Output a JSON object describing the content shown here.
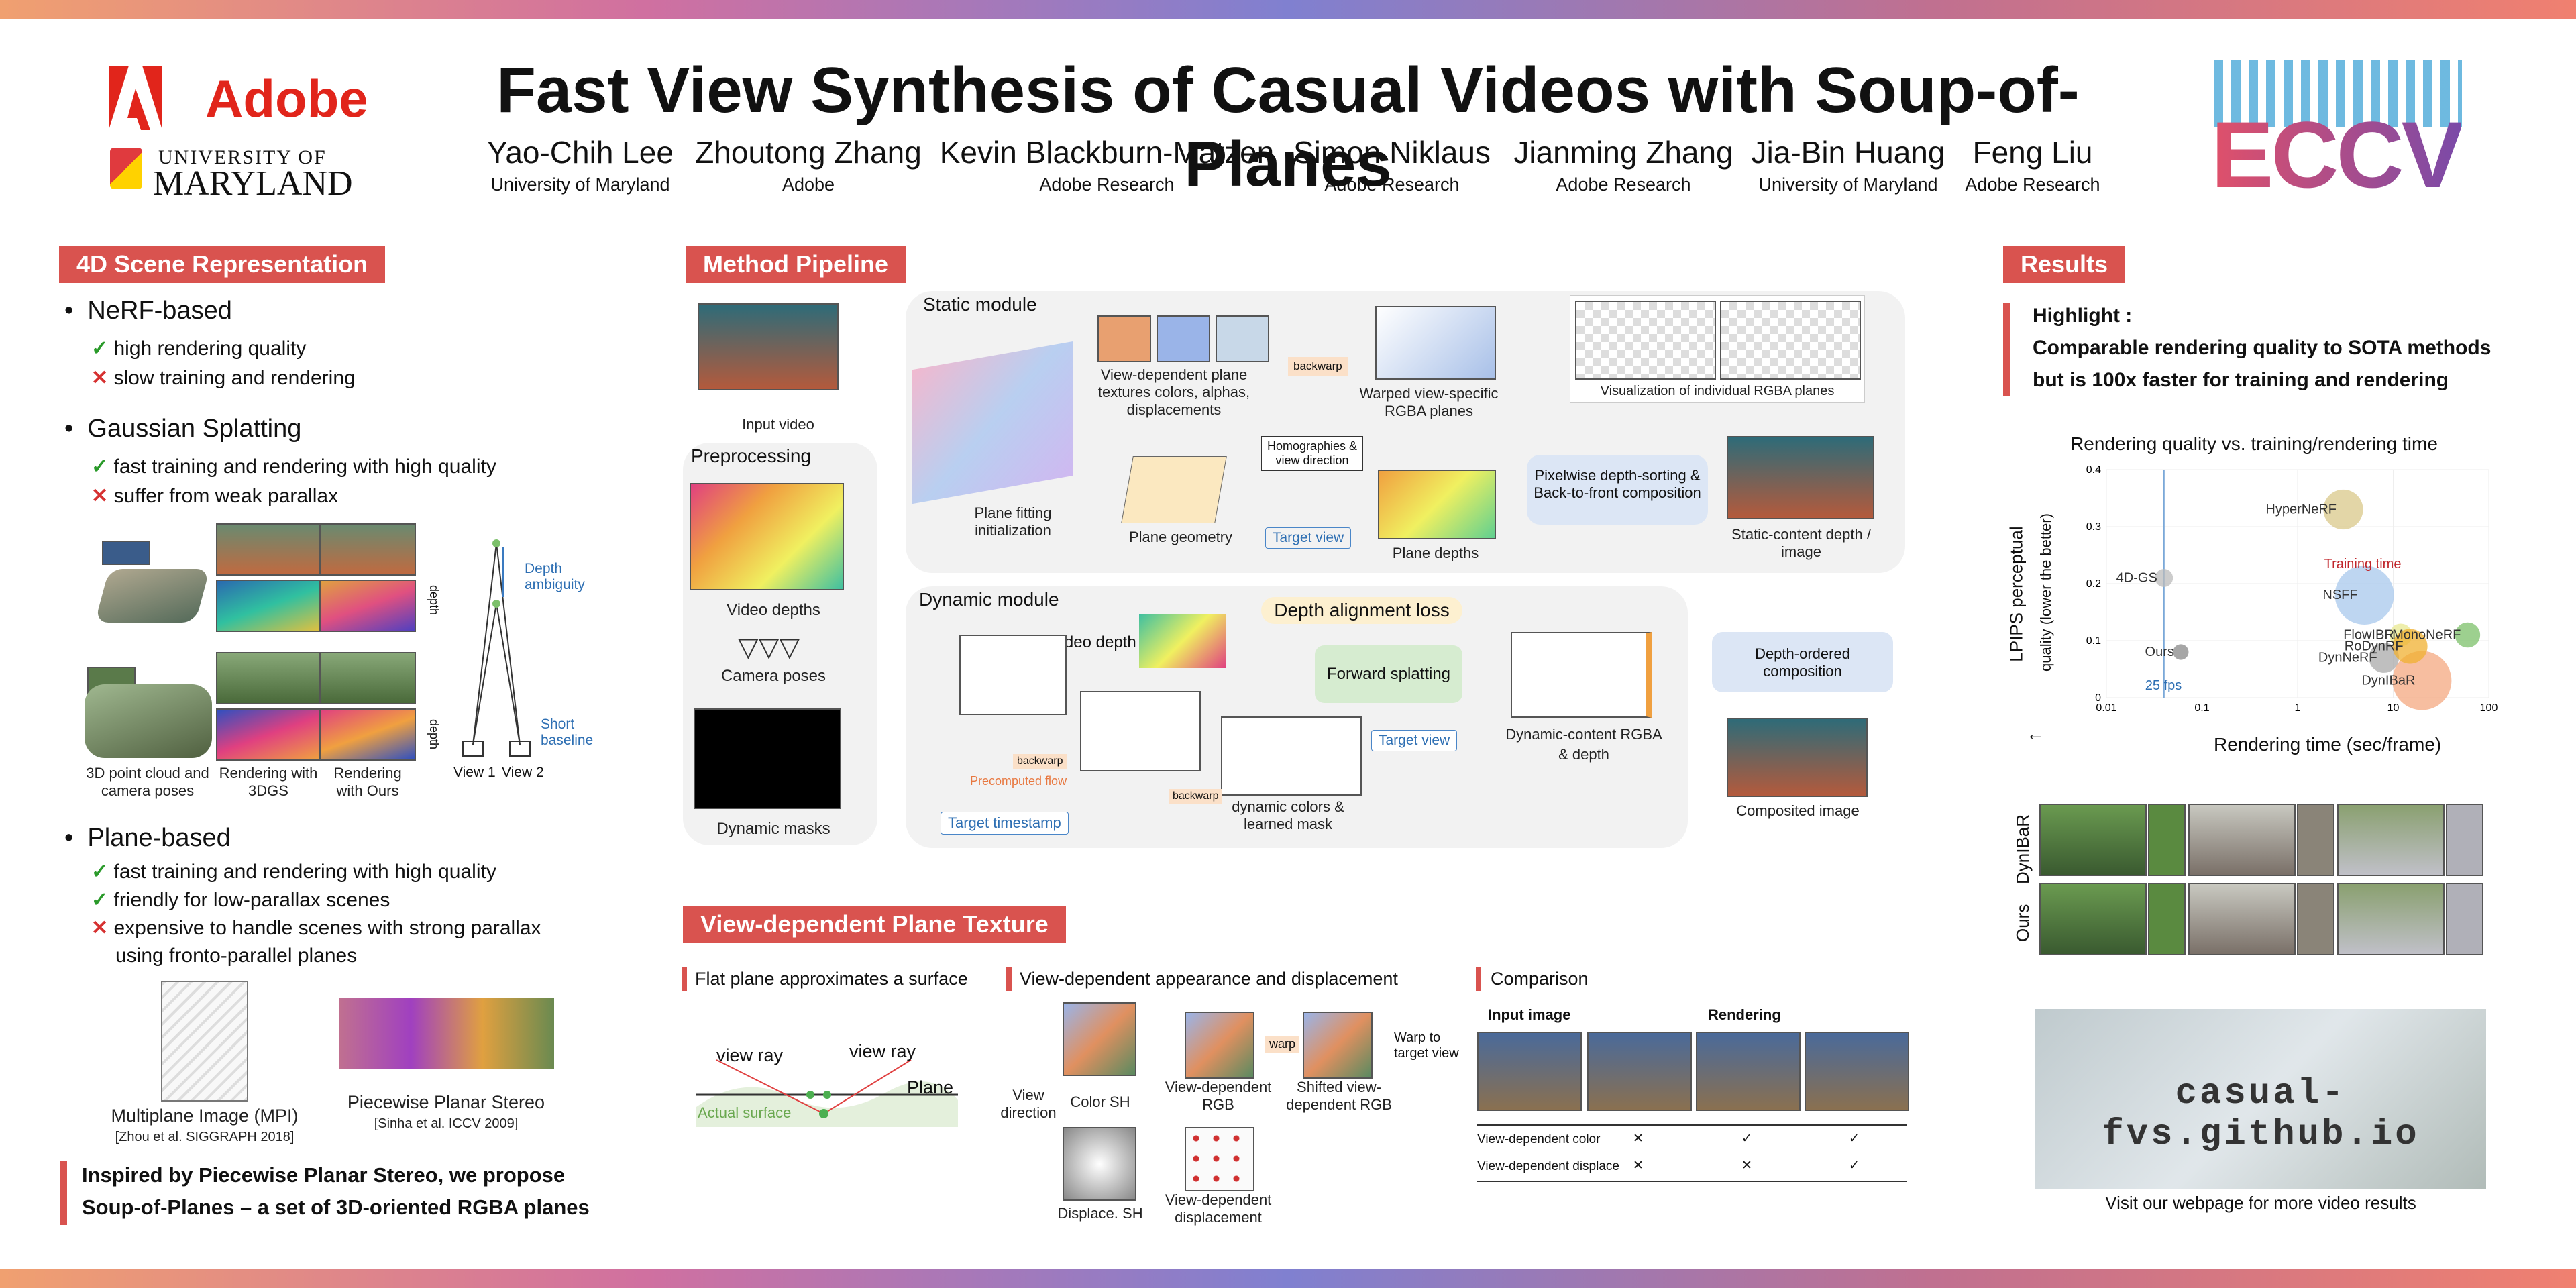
{
  "header": {
    "title": "Fast View Synthesis of Casual Videos with Soup-of-Planes",
    "logo_adobe": "Adobe",
    "logo_umd_1": "UNIVERSITY OF",
    "logo_umd_2": "MARYLAND",
    "logo_eccv": "ECCV",
    "authors": [
      {
        "name": "Yao-Chih Lee",
        "aff": "University of Maryland"
      },
      {
        "name": "Zhoutong Zhang",
        "aff": "Adobe"
      },
      {
        "name": "Kevin Blackburn-Matzen",
        "aff": "Adobe Research"
      },
      {
        "name": "Simon Niklaus",
        "aff": "Adobe Research"
      },
      {
        "name": "Jianming Zhang",
        "aff": "Adobe Research"
      },
      {
        "name": "Jia-Bin Huang",
        "aff": "University of Maryland"
      },
      {
        "name": "Feng Liu",
        "aff": "Adobe Research"
      }
    ]
  },
  "scene": {
    "title": "4D Scene Representation",
    "nerf": "NeRF-based",
    "nerf_p1": "high rendering quality",
    "nerf_c1": "slow training and rendering",
    "gs": "Gaussian Splatting",
    "gs_p1": "fast training and rendering with high quality",
    "gs_c1": "suffer from weak parallax",
    "depth_lbl": "depth",
    "depth_amb": "Depth ambiguity",
    "short_base": "Short baseline",
    "view1": "View 1",
    "view2": "View 2",
    "pc_lbl": "3D point cloud and camera poses",
    "r3dgs": "Rendering with 3DGS",
    "rours": "Rendering with Ours",
    "plane": "Plane-based",
    "plane_p1": "fast training and rendering with high quality",
    "plane_p2": "friendly for low-parallax scenes",
    "plane_c1": "expensive to handle scenes with strong parallax",
    "plane_c1b": "using fronto-parallel planes",
    "mpi": "Multiplane Image (MPI)",
    "mpi_ref": "[Zhou et al. SIGGRAPH 2018]",
    "pps": "Piecewise Planar Stereo",
    "pps_ref": "[Sinha et al. ICCV 2009]",
    "inspired_1": "Inspired by Piecewise Planar Stereo, we propose",
    "inspired_2": "Soup-of-Planes – a set of 3D-oriented RGBA planes"
  },
  "pipeline": {
    "title": "Method Pipeline",
    "input_video": "Input video",
    "preprocessing": "Preprocessing",
    "video_depths": "Video depths",
    "camera_poses": "Camera poses",
    "dynamic_masks": "Dynamic masks",
    "static_module": "Static module",
    "plane_fit": "Plane fitting initialization",
    "vd_tex": "View-dependent plane textures colors, alphas, displacements",
    "backwarp": "backwarp",
    "warped": "Warped view-specific RGBA planes",
    "vis_rgba": "Visualization of individual RGBA planes",
    "homog": "Homographies & view direction",
    "plane_geo": "Plane geometry",
    "target_view": "Target view",
    "plane_depths": "Plane depths",
    "pixelwise": "Pixelwise depth-sorting & Back-to-front composition",
    "static_content": "Static-content depth / image",
    "dynamic_module": "Dynamic module",
    "video_depth": "Video depth",
    "depth_align": "Depth alignment loss",
    "fwd_splat": "Forward splatting",
    "dyn_content": "Dynamic-content RGBA & depth",
    "depth_ordered": "Depth-ordered composition",
    "composited": "Composited image",
    "precomputed_flow": "Precomputed flow",
    "target_timestamp": "Target timestamp",
    "dyn_colors": "dynamic colors & learned mask"
  },
  "texture": {
    "title": "View-dependent Plane Texture",
    "flat": "Flat plane approximates a surface",
    "view_ray": "view ray",
    "plane": "Plane",
    "actual_surface": "Actual surface",
    "vd_app": "View-dependent appearance and displacement",
    "view_direction": "View direction",
    "color_sh": "Color SH",
    "displace_sh": "Displace. SH",
    "vd_rgb": "View-dependent RGB",
    "warp": "warp",
    "shifted": "Shifted view-dependent RGB",
    "warp_to": "Warp to target view",
    "vd_disp": "View-dependent displacement",
    "comparison": "Comparison",
    "input_image": "Input image",
    "rendering": "Rendering",
    "row1": "View-dependent color",
    "row2": "View-dependent displace",
    "row1_vals": [
      "✕",
      "✓",
      "✓"
    ],
    "row2_vals": [
      "✕",
      "✕",
      "✓"
    ]
  },
  "results": {
    "title": "Results",
    "highlight": "Highlight :",
    "hl1": "Comparable rendering quality to SOTA methods",
    "hl2": "but is 100x faster for training and rendering",
    "chart_title": "Rendering quality vs. training/rendering time",
    "xlabel": "Rendering time (sec/frame)",
    "ylabel_1": "LPIPS perceptual",
    "ylabel_2": "quality (lower the better)",
    "training_time": "Training time",
    "fps": "25 fps",
    "dynibar": "DynIBaR",
    "ours": "Ours",
    "website": "casual-fvs.github.io",
    "visit": "Visit our webpage for more video results"
  },
  "chart_data": {
    "type": "scatter",
    "title": "Rendering quality vs. training/rendering time",
    "xlabel": "Rendering time (sec/frame)",
    "ylabel": "LPIPS perceptual quality (lower the better)",
    "xscale": "log",
    "xlim": [
      0.01,
      100
    ],
    "ylim": [
      0,
      0.4
    ],
    "x_ticks": [
      "0.01",
      "0.1",
      "1",
      "10",
      "100"
    ],
    "y_ticks": [
      "0",
      "0.1",
      "0.2",
      "0.3",
      "0.4"
    ],
    "points": [
      {
        "label": "HyperNeRF",
        "x": 3,
        "y": 0.33,
        "color": "#d9c88a",
        "size": 1.2
      },
      {
        "label": "NSFF",
        "x": 5,
        "y": 0.18,
        "color": "#a8c8ec",
        "size": 2
      },
      {
        "label": "4D-GS",
        "x": 0.04,
        "y": 0.21,
        "color": "#bbbbbb",
        "size": 0.3
      },
      {
        "label": "MonoNeRF",
        "x": 60,
        "y": 0.11,
        "color": "#7cc06a",
        "size": 0.6
      },
      {
        "label": "FlowIBR",
        "x": 12,
        "y": 0.11,
        "color": "#e8e890",
        "size": 0.5
      },
      {
        "label": "DynNeRF",
        "x": 8,
        "y": 0.07,
        "color": "#aaaaaa",
        "size": 0.8
      },
      {
        "label": "DynIBaR",
        "x": 20,
        "y": 0.03,
        "color": "#f4a880",
        "size": 2
      },
      {
        "label": "RoDynRF",
        "x": 15,
        "y": 0.09,
        "color": "#f0b030",
        "size": 1
      },
      {
        "label": "Ours",
        "x": 0.06,
        "y": 0.08,
        "color": "#888888",
        "size": 0.2
      }
    ]
  }
}
